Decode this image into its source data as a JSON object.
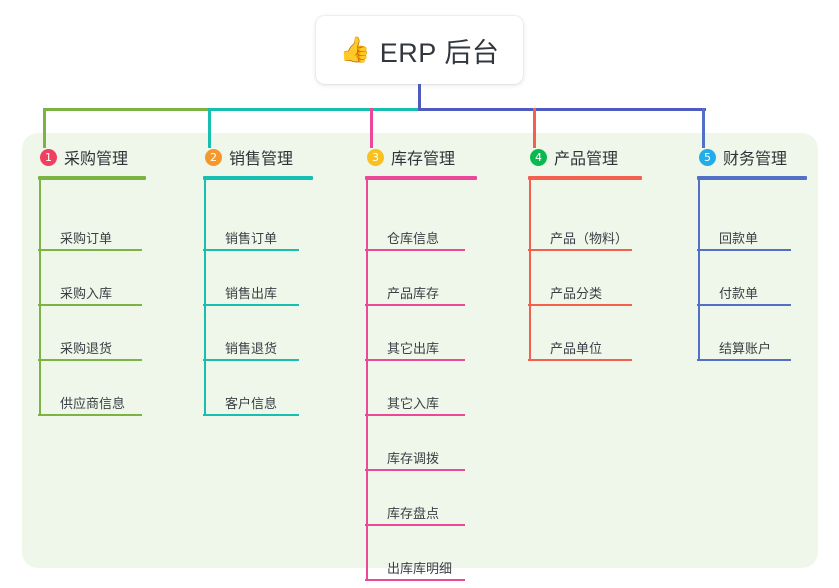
{
  "root": {
    "icon": "thumbs-up-icon",
    "emoji": "👍",
    "title": "ERP 后台"
  },
  "theme": {
    "panel_bg": "#eef7e9",
    "page_bg": "#ffffff",
    "root_line": "#4f5bbf",
    "text": "#2f343a"
  },
  "columns": [
    {
      "index": "1",
      "title": "采购管理",
      "badge_color": "#ef4060",
      "line_color": "#7cb342",
      "items": [
        {
          "label": "采购订单"
        },
        {
          "label": "采购入库"
        },
        {
          "label": "采购退货"
        },
        {
          "label": "供应商信息"
        }
      ]
    },
    {
      "index": "2",
      "title": "销售管理",
      "badge_color": "#f5982b",
      "line_color": "#16bfb0",
      "items": [
        {
          "label": "销售订单"
        },
        {
          "label": "销售出库"
        },
        {
          "label": "销售退货"
        },
        {
          "label": "客户信息"
        }
      ]
    },
    {
      "index": "3",
      "title": "库存管理",
      "badge_color": "#fac01e",
      "line_color": "#ec4899",
      "items": [
        {
          "label": "仓库信息"
        },
        {
          "label": "产品库存"
        },
        {
          "label": "其它出库"
        },
        {
          "label": "其它入库"
        },
        {
          "label": "库存调拨"
        },
        {
          "label": "库存盘点"
        },
        {
          "label": "出库库明细"
        }
      ]
    },
    {
      "index": "4",
      "title": "产品管理",
      "badge_color": "#0ab84f",
      "line_color": "#f4604f",
      "items": [
        {
          "label": "产品（物料）"
        },
        {
          "label": "产品分类"
        },
        {
          "label": "产品单位"
        }
      ]
    },
    {
      "index": "5",
      "title": "财务管理",
      "badge_color": "#22adea",
      "line_color": "#5470c6",
      "items": [
        {
          "label": "回款单"
        },
        {
          "label": "付款单"
        },
        {
          "label": "结算账户"
        }
      ]
    }
  ]
}
